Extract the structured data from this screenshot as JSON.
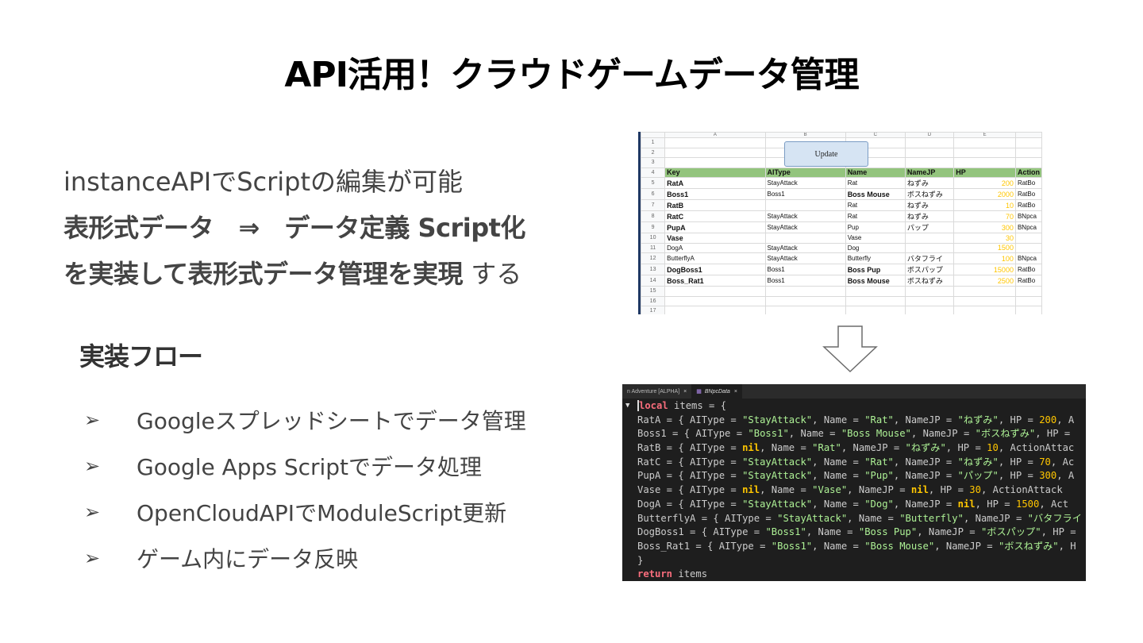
{
  "title": "API活用！クラウドゲームデータ管理",
  "intro": {
    "line1": "instanceAPIでScriptの編集が可能",
    "line2": "表形式データ　⇒　データ定義 Script化",
    "line3_bold": "を実装して表形式データ管理を実現",
    "line3_rest": " する"
  },
  "flow": {
    "heading": "実装フロー",
    "bullet": "➢",
    "items": [
      "Googleスプレッドシートでデータ管理",
      "Google Apps Scriptでデータ処理",
      "OpenCloudAPIでModuleScript更新",
      "ゲーム内にデータ反映"
    ]
  },
  "spreadsheet": {
    "column_letters": [
      "A",
      "B",
      "C",
      "D",
      "E",
      ""
    ],
    "update_button": "Update",
    "header_row_num": "4",
    "headers": [
      "Key",
      "AIType",
      "Name",
      "NameJP",
      "HP",
      "Action"
    ],
    "top_rows": [
      "1",
      "2",
      "3"
    ],
    "rows": [
      {
        "n": "5",
        "key": "RatA",
        "ai": "StayAttack",
        "name": "Rat",
        "jp": "ねずみ",
        "hp": "200",
        "act": "RatBo"
      },
      {
        "n": "6",
        "key": "Boss1",
        "ai": "Boss1",
        "name": "Boss Mouse",
        "jp": "ボスねずみ",
        "hp": "2000",
        "act": "RatBo"
      },
      {
        "n": "7",
        "key": "RatB",
        "ai": "",
        "name": "Rat",
        "jp": "ねずみ",
        "hp": "10",
        "act": "RatBo"
      },
      {
        "n": "8",
        "key": "RatC",
        "ai": "StayAttack",
        "name": "Rat",
        "jp": "ねずみ",
        "hp": "70",
        "act": "BNpca"
      },
      {
        "n": "9",
        "key": "PupA",
        "ai": "StayAttack",
        "name": "Pup",
        "jp": "パップ",
        "hp": "300",
        "act": "BNpca"
      },
      {
        "n": "10",
        "key": "Vase",
        "ai": "",
        "name": "Vase",
        "jp": "",
        "hp": "30",
        "act": ""
      },
      {
        "n": "11",
        "key": "DogA",
        "ai": "StayAttack",
        "name": "Dog",
        "jp": "",
        "hp": "1500",
        "act": ""
      },
      {
        "n": "12",
        "key": "ButterflyA",
        "ai": "StayAttack",
        "name": "Butterfly",
        "jp": "バタフライ",
        "hp": "100",
        "act": "BNpca"
      },
      {
        "n": "13",
        "key": "DogBoss1",
        "ai": "Boss1",
        "name": "Boss Pup",
        "jp": "ボスパップ",
        "hp": "15000",
        "act": "RatBo"
      },
      {
        "n": "14",
        "key": "Boss_Rat1",
        "ai": "Boss1",
        "name": "Boss Mouse",
        "jp": "ボスねずみ",
        "hp": "2500",
        "act": "RatBo"
      }
    ],
    "trailing_rows": [
      "15",
      "16",
      "17"
    ]
  },
  "editor": {
    "tabs": [
      {
        "label": "n Adventure [ALPHA]",
        "close": "×"
      },
      {
        "label": "BNpcData",
        "close": "×"
      }
    ],
    "lines": [
      [
        {
          "t": "kw",
          "v": "local"
        },
        {
          "t": "p",
          "v": " items = {"
        }
      ],
      [
        {
          "t": "p",
          "v": "RatA = { AIType = "
        },
        {
          "t": "str",
          "v": "\"StayAttack\""
        },
        {
          "t": "p",
          "v": ", Name = "
        },
        {
          "t": "str",
          "v": "\"Rat\""
        },
        {
          "t": "p",
          "v": ", NameJP = "
        },
        {
          "t": "str",
          "v": "\"ねずみ\""
        },
        {
          "t": "p",
          "v": ", HP = "
        },
        {
          "t": "num",
          "v": "200"
        },
        {
          "t": "p",
          "v": ", A"
        }
      ],
      [
        {
          "t": "p",
          "v": "Boss1 = { AIType = "
        },
        {
          "t": "str",
          "v": "\"Boss1\""
        },
        {
          "t": "p",
          "v": ", Name = "
        },
        {
          "t": "str",
          "v": "\"Boss Mouse\""
        },
        {
          "t": "p",
          "v": ", NameJP = "
        },
        {
          "t": "str",
          "v": "\"ボスねずみ\""
        },
        {
          "t": "p",
          "v": ", HP = "
        }
      ],
      [
        {
          "t": "p",
          "v": "RatB = { AIType = "
        },
        {
          "t": "nil",
          "v": "nil"
        },
        {
          "t": "p",
          "v": ", Name = "
        },
        {
          "t": "str",
          "v": "\"Rat\""
        },
        {
          "t": "p",
          "v": ", NameJP = "
        },
        {
          "t": "str",
          "v": "\"ねずみ\""
        },
        {
          "t": "p",
          "v": ", HP = "
        },
        {
          "t": "num",
          "v": "10"
        },
        {
          "t": "p",
          "v": ", ActionAttac"
        }
      ],
      [
        {
          "t": "p",
          "v": "RatC = { AIType = "
        },
        {
          "t": "str",
          "v": "\"StayAttack\""
        },
        {
          "t": "p",
          "v": ", Name = "
        },
        {
          "t": "str",
          "v": "\"Rat\""
        },
        {
          "t": "p",
          "v": ", NameJP = "
        },
        {
          "t": "str",
          "v": "\"ねずみ\""
        },
        {
          "t": "p",
          "v": ", HP = "
        },
        {
          "t": "num",
          "v": "70"
        },
        {
          "t": "p",
          "v": ", Ac"
        }
      ],
      [
        {
          "t": "p",
          "v": "PupA = { AIType = "
        },
        {
          "t": "str",
          "v": "\"StayAttack\""
        },
        {
          "t": "p",
          "v": ", Name = "
        },
        {
          "t": "str",
          "v": "\"Pup\""
        },
        {
          "t": "p",
          "v": ", NameJP = "
        },
        {
          "t": "str",
          "v": "\"パップ\""
        },
        {
          "t": "p",
          "v": ", HP = "
        },
        {
          "t": "num",
          "v": "300"
        },
        {
          "t": "p",
          "v": ", A"
        }
      ],
      [
        {
          "t": "p",
          "v": "Vase = { AIType = "
        },
        {
          "t": "nil",
          "v": "nil"
        },
        {
          "t": "p",
          "v": ", Name = "
        },
        {
          "t": "str",
          "v": "\"Vase\""
        },
        {
          "t": "p",
          "v": ", NameJP = "
        },
        {
          "t": "nil",
          "v": "nil"
        },
        {
          "t": "p",
          "v": ", HP = "
        },
        {
          "t": "num",
          "v": "30"
        },
        {
          "t": "p",
          "v": ", ActionAttack"
        }
      ],
      [
        {
          "t": "p",
          "v": "DogA = { AIType = "
        },
        {
          "t": "str",
          "v": "\"StayAttack\""
        },
        {
          "t": "p",
          "v": ", Name = "
        },
        {
          "t": "str",
          "v": "\"Dog\""
        },
        {
          "t": "p",
          "v": ", NameJP = "
        },
        {
          "t": "nil",
          "v": "nil"
        },
        {
          "t": "p",
          "v": ", HP = "
        },
        {
          "t": "num",
          "v": "1500"
        },
        {
          "t": "p",
          "v": ", Act"
        }
      ],
      [
        {
          "t": "p",
          "v": "ButterflyA = { AIType = "
        },
        {
          "t": "str",
          "v": "\"StayAttack\""
        },
        {
          "t": "p",
          "v": ", Name = "
        },
        {
          "t": "str",
          "v": "\"Butterfly\""
        },
        {
          "t": "p",
          "v": ", NameJP = "
        },
        {
          "t": "str",
          "v": "\"バタフライ"
        }
      ],
      [
        {
          "t": "p",
          "v": "DogBoss1 = { AIType = "
        },
        {
          "t": "str",
          "v": "\"Boss1\""
        },
        {
          "t": "p",
          "v": ", Name = "
        },
        {
          "t": "str",
          "v": "\"Boss Pup\""
        },
        {
          "t": "p",
          "v": ", NameJP = "
        },
        {
          "t": "str",
          "v": "\"ボスパップ\""
        },
        {
          "t": "p",
          "v": ", HP = "
        }
      ],
      [
        {
          "t": "p",
          "v": "Boss_Rat1 = { AIType = "
        },
        {
          "t": "str",
          "v": "\"Boss1\""
        },
        {
          "t": "p",
          "v": ", Name = "
        },
        {
          "t": "str",
          "v": "\"Boss Mouse\""
        },
        {
          "t": "p",
          "v": ", NameJP = "
        },
        {
          "t": "str",
          "v": "\"ボスねずみ\""
        },
        {
          "t": "p",
          "v": ", H"
        }
      ],
      [
        {
          "t": "p",
          "v": "}"
        }
      ],
      [
        {
          "t": "kw",
          "v": "return"
        },
        {
          "t": "p",
          "v": " items"
        }
      ]
    ]
  },
  "colors": {
    "sheet_header": "#93c47d",
    "editor_bg": "#1e1e1e",
    "keyword": "#f86d7c",
    "string": "#adf195",
    "number": "#ffc600"
  }
}
